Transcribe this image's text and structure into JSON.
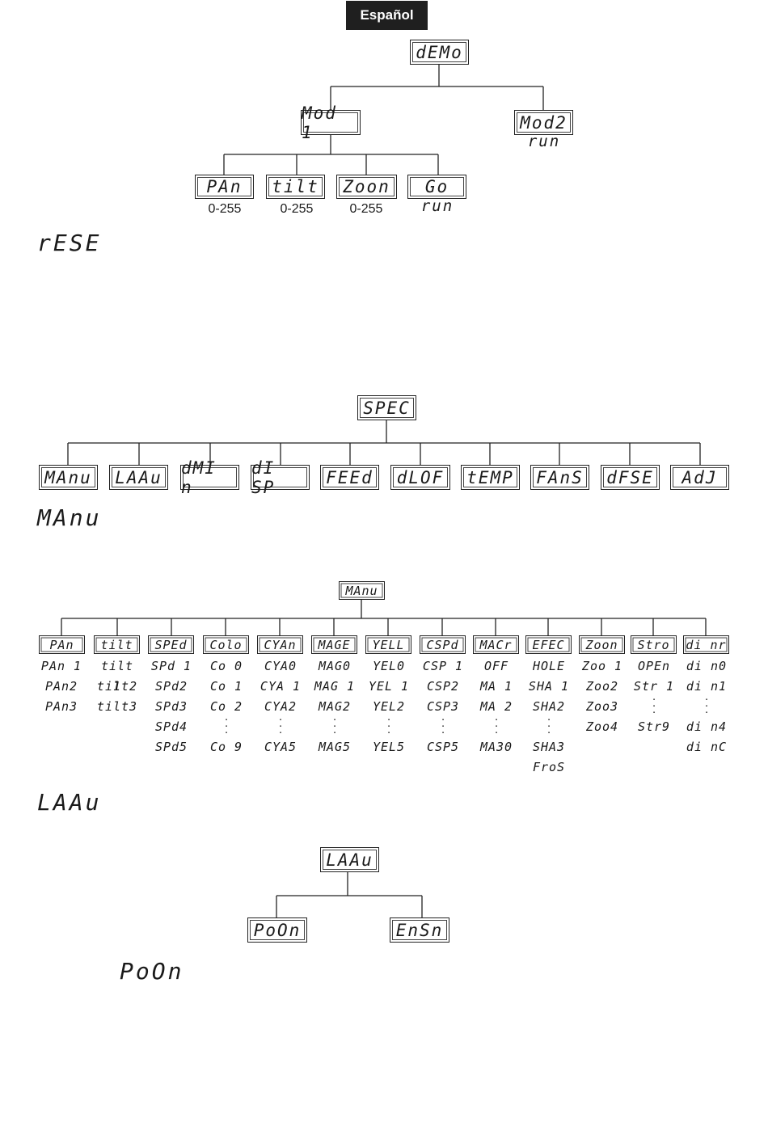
{
  "language_tab": "Español",
  "demo": {
    "root": "dEMo",
    "mod1": "Mod 1",
    "mod2": "Mod2",
    "mod2_sub": "run",
    "children": [
      {
        "label": "PAn",
        "sub": "0-255"
      },
      {
        "label": "tilt",
        "sub": "0-255"
      },
      {
        "label": "Zoon",
        "sub": "0-255"
      },
      {
        "label": "Go",
        "sub": "run"
      }
    ]
  },
  "headings": {
    "rese": "rESE",
    "manu": "MAnu",
    "laau": "LAAu",
    "poon": "PoOn"
  },
  "spec": {
    "root": "SPEC",
    "children": [
      "MAnu",
      "LAAu",
      "dMI n",
      "dI SP",
      "FEEd",
      "dLOF",
      "tEMP",
      "FAnS",
      "dFSE",
      "AdJ"
    ]
  },
  "manu_tree": {
    "root": "MAnu",
    "columns": [
      {
        "label": "PAn",
        "items": [
          "PAn 1",
          "PAn2",
          "PAn3"
        ]
      },
      {
        "label": "tilt",
        "items": [
          "tilt 1",
          "tilt2",
          "tilt3"
        ]
      },
      {
        "label": "SPEd",
        "items": [
          "SPd 1",
          "SPd2",
          "SPd3",
          "SPd4",
          "SPd5"
        ]
      },
      {
        "label": "Colo",
        "items": [
          "Co 0",
          "Co 1",
          "Co 2",
          "Co 9"
        ]
      },
      {
        "label": "CYAn",
        "items": [
          "CYA0",
          "CYA 1",
          "CYA2",
          "CYA5"
        ]
      },
      {
        "label": "MAGE",
        "items": [
          "MAG0",
          "MAG 1",
          "MAG2",
          "MAG5"
        ]
      },
      {
        "label": "YELL",
        "items": [
          "YEL0",
          "YEL 1",
          "YEL2",
          "YEL5"
        ]
      },
      {
        "label": "CSPd",
        "items": [
          "CSP 1",
          "CSP2",
          "CSP3",
          "CSP5"
        ]
      },
      {
        "label": "MACr",
        "items": [
          "OFF",
          "MA 1",
          "MA 2",
          "MA30"
        ]
      },
      {
        "label": "EFEC",
        "items": [
          "HOLE",
          "SHA 1",
          "SHA2",
          "SHA3",
          "FroS"
        ]
      },
      {
        "label": "Zoon",
        "items": [
          "Zoo 1",
          "Zoo2",
          "Zoo3",
          "Zoo4"
        ]
      },
      {
        "label": "Stro",
        "items": [
          "OPEn",
          "Str 1",
          "Str9"
        ]
      },
      {
        "label": "di nr",
        "items": [
          "di n0",
          "di n1",
          "di n4",
          "di nC"
        ]
      }
    ]
  },
  "laau_tree": {
    "root": "LAAu",
    "children": [
      "PoOn",
      "EnSn"
    ]
  }
}
